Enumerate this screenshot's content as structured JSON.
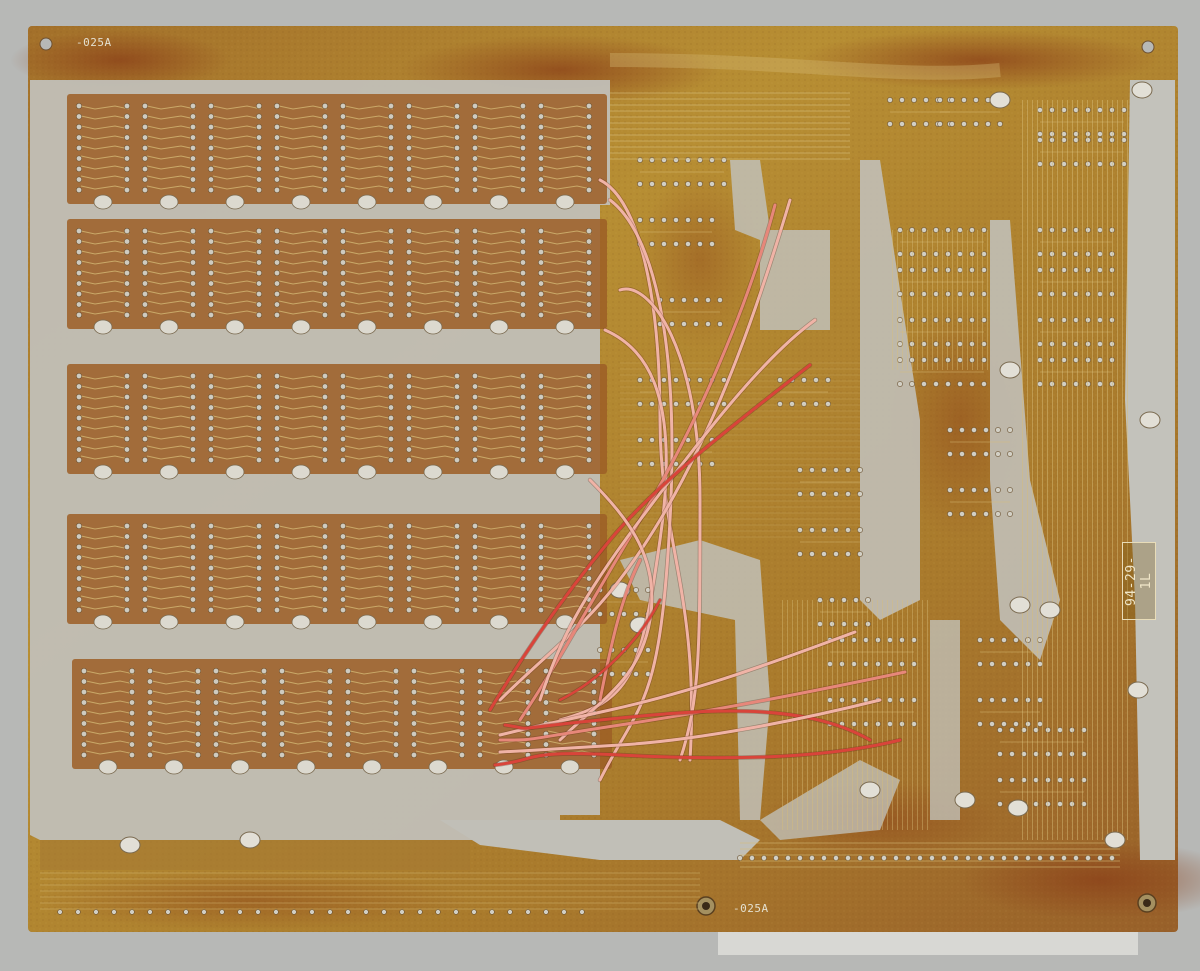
{
  "board": {
    "marking_top": "-025A",
    "marking_bottom": "-025A",
    "marking_side": "94-29-1L"
  },
  "colors": {
    "background": "#b7b8b6",
    "substrate": "#b08a2c",
    "substrate_dark": "#8c5a22",
    "rust": "#9a4b1e",
    "solder_plane": "#c3c2bb",
    "copper_trace": "#d2b36a",
    "wire_red": "#d9443a",
    "wire_pink": "#f0b3a6",
    "wire_salmon": "#e7877a"
  }
}
